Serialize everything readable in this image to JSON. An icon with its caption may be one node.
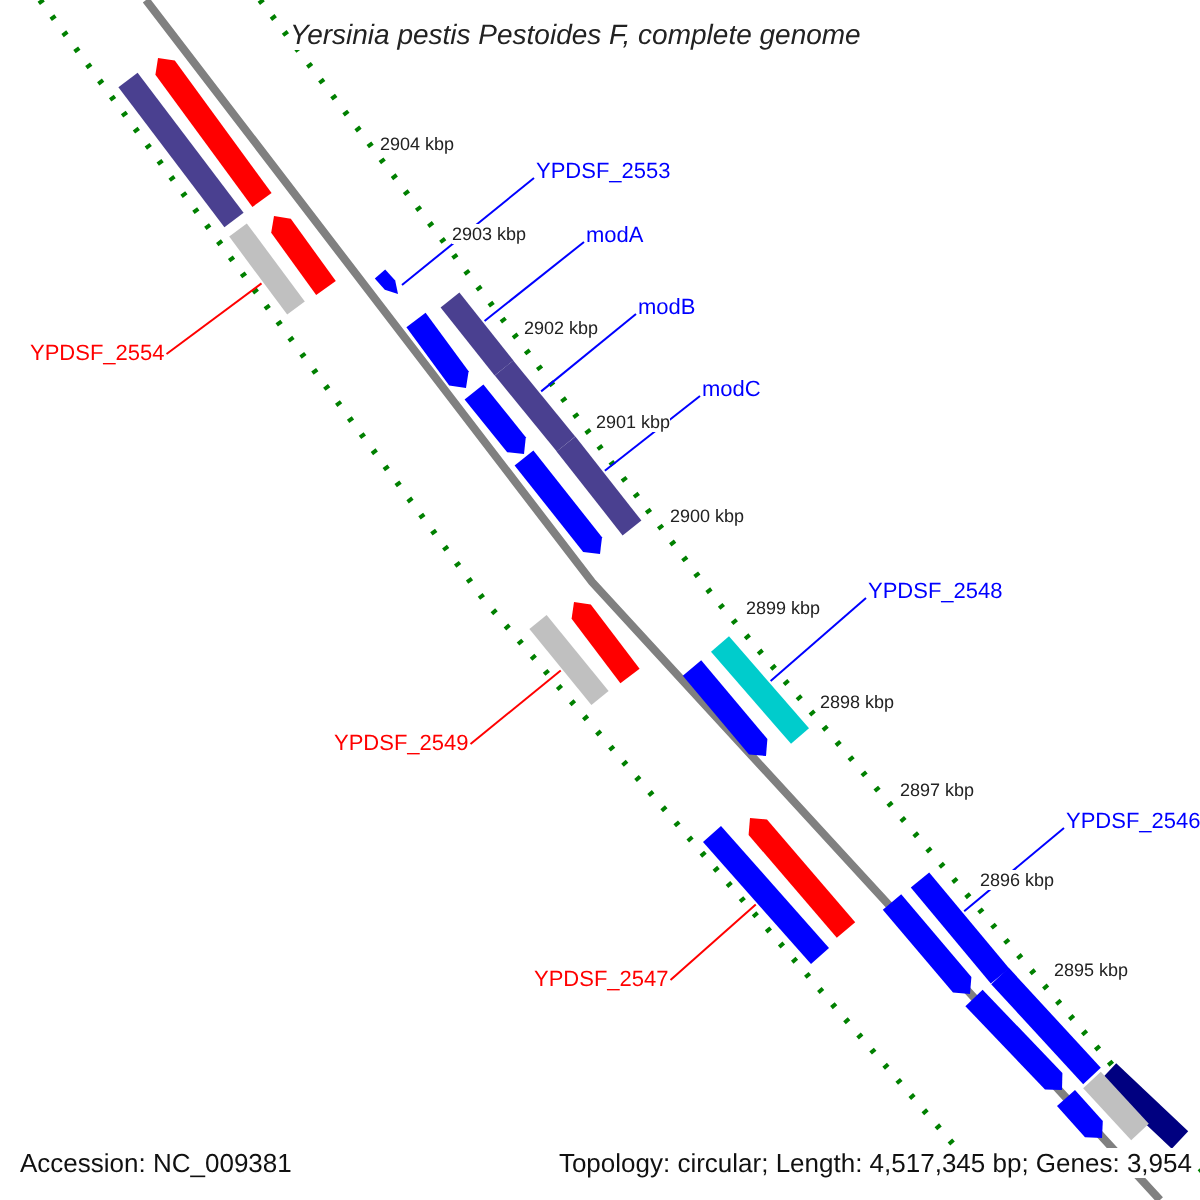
{
  "diagram": {
    "title": "Yersinia pestis Pestoides F, complete genome",
    "nodes": [
      {
        "text": [
          "YPDSF_2553"
        ]
      },
      {
        "text": [],
        "shape": "bar"
      },
      {
        "text": [
          "modA"
        ]
      },
      {
        "text": [],
        "shape": "bar"
      },
      {
        "text": [
          "modB"
        ]
      },
      {
        "text": [],
        "shape": "bar"
      },
      {
        "text": [
          "modC"
        ]
      },
      {
        "text": [],
        "shape": "bar"
      },
      {
        "text": [
          "YPDSF_2554"
        ]
      },
      {
        "text": [],
        "shape": "bar"
      },
      {
        "text": [
          "YPDSF_2548"
        ]
      },
      {
        "text": [],
        "shape": "bar"
      },
      {
        "text": [
          "YPDSF_2549"
        ]
      },
      {
        "text": [],
        "shape": "bar"
      },
      {
        "text": [
          "YPDSF_2546"
        ]
      },
      {
        "text": [],
        "shape": "bar"
      },
      {
        "text": [
          "YPDSF_2547"
        ]
      },
      {
        "text": [],
        "shape": "bar"
      },
      {
        "text": [],
        "shape": "bar"
      },
      {
        "text": [],
        "shape": "bar"
      },
      {
        "text": [],
        "shape": "bar"
      },
      {
        "text": [],
        "shape": "bar"
      },
      {
        "text": [],
        "shape": "bar"
      },
      {
        "text": [],
        "shape": "bar"
      },
      {
        "text": [],
        "shape": "bar"
      },
      {
        "text": [],
        "shape": "bar"
      },
      {
        "text": [],
        "shape": "bar"
      },
      {
        "text": [],
        "shape": "bar"
      },
      {
        "text": [],
        "shape": "bar"
      },
      {
        "text": [],
        "shape": "bar"
      },
      {
        "text": [],
        "shape": "bar"
      },
      {
        "text": [],
        "shape": "bar"
      },
      {
        "text": [],
        "shape": "bar"
      }
    ],
    "edges": [
      {
        "from": 0,
        "to": 1,
        "arrow": "none"
      },
      {
        "from": 2,
        "to": 3,
        "arrow": "none"
      },
      {
        "from": 4,
        "to": 5,
        "arrow": "none"
      },
      {
        "from": 6,
        "to": 7,
        "arrow": "none"
      },
      {
        "from": 8,
        "to": 9,
        "arrow": "none",
        "color": "#ff0000"
      },
      {
        "from": 10,
        "to": 11,
        "arrow": "none"
      },
      {
        "from": 12,
        "to": 13,
        "arrow": "none",
        "color": "#ff0000"
      },
      {
        "from": 14,
        "to": 15,
        "arrow": "none"
      },
      {
        "from": 16,
        "to": 17,
        "arrow": "none",
        "color": "#ff0000"
      }
    ],
    "labels": [
      "2904 kbp",
      "2903 kbp",
      "2902 kbp",
      "2901 kbp",
      "2900 kbp",
      "2899 kbp",
      "2898 kbp",
      "2897 kbp",
      "2896 kbp",
      "2895 kbp",
      "Accession: NC_009381",
      "Topology: circular; Length: 4,517,345 bp; Genes: 3,954"
    ]
  }
}
